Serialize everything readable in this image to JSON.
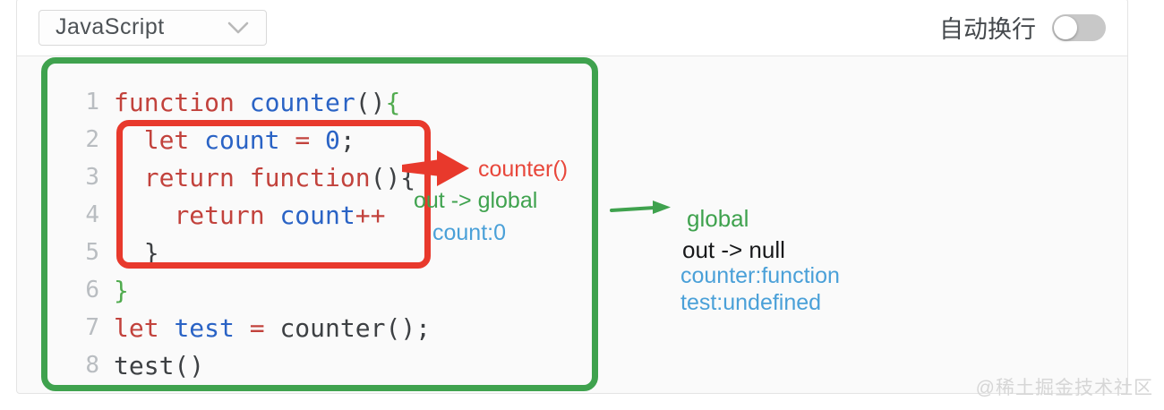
{
  "header": {
    "language": "JavaScript",
    "wrap_label": "自动换行",
    "wrap_enabled": false
  },
  "code": {
    "lines": [
      {
        "num": "1",
        "tokens": [
          {
            "text": "function ",
            "color": "keyword"
          },
          {
            "text": "counter",
            "color": "ident"
          },
          {
            "text": "()",
            "color": "plain"
          },
          {
            "text": "{",
            "color": "brace"
          }
        ]
      },
      {
        "num": "2",
        "tokens": [
          {
            "text": "  ",
            "color": "plain"
          },
          {
            "text": "let ",
            "color": "keyword"
          },
          {
            "text": "count",
            "color": "ident"
          },
          {
            "text": " ",
            "color": "plain"
          },
          {
            "text": "= ",
            "color": "keyword"
          },
          {
            "text": "0",
            "color": "ident"
          },
          {
            "text": ";",
            "color": "plain"
          }
        ]
      },
      {
        "num": "3",
        "tokens": [
          {
            "text": "  ",
            "color": "plain"
          },
          {
            "text": "return function",
            "color": "keyword"
          },
          {
            "text": "(){",
            "color": "plain"
          }
        ]
      },
      {
        "num": "4",
        "tokens": [
          {
            "text": "    ",
            "color": "plain"
          },
          {
            "text": "return ",
            "color": "keyword"
          },
          {
            "text": "count",
            "color": "ident"
          },
          {
            "text": "++",
            "color": "keyword"
          }
        ]
      },
      {
        "num": "5",
        "tokens": [
          {
            "text": "  }",
            "color": "plain"
          }
        ]
      },
      {
        "num": "6",
        "tokens": [
          {
            "text": "}",
            "color": "brace"
          }
        ]
      },
      {
        "num": "7",
        "tokens": [
          {
            "text": "let ",
            "color": "keyword"
          },
          {
            "text": "test",
            "color": "ident"
          },
          {
            "text": " ",
            "color": "plain"
          },
          {
            "text": "= ",
            "color": "keyword"
          },
          {
            "text": "counter();",
            "color": "plain"
          }
        ]
      },
      {
        "num": "8",
        "tokens": [
          {
            "text": "test()",
            "color": "plain"
          }
        ]
      }
    ]
  },
  "annotations": {
    "left": [
      {
        "text": "counter()",
        "color": "red"
      },
      {
        "text": "out -> global",
        "color": "green"
      },
      {
        "text": "count:0",
        "color": "blue"
      }
    ],
    "right": [
      {
        "text": "global",
        "color": "green"
      },
      {
        "text": "out -> null",
        "color": "black"
      },
      {
        "text": "counter:function",
        "color": "blue"
      },
      {
        "text": "test:undefined",
        "color": "blue"
      }
    ]
  },
  "watermark": "@稀土掘金技术社区",
  "colors": {
    "green_box": "#3fa24e",
    "red_box": "#e8392c",
    "keyword": "#c2423c",
    "identifier": "#2a63c5",
    "plain": "#3d4043",
    "brace_green": "#50ab4e",
    "annotation_red": "#e8473b",
    "annotation_green": "#3fa24e",
    "annotation_blue": "#4aa0d8",
    "toggle_track": "#c8c8c8"
  }
}
